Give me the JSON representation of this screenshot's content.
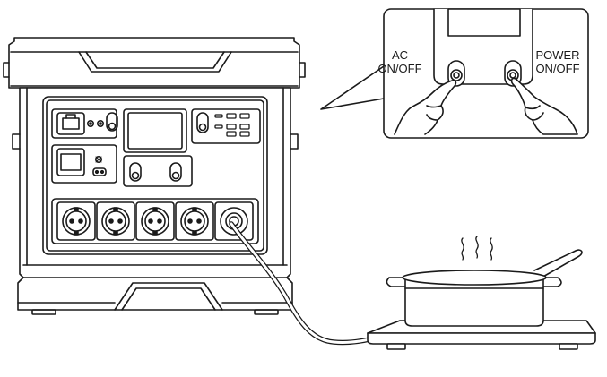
{
  "callout": {
    "ac_label": [
      "AC",
      "ON/OFF"
    ],
    "power_label": [
      "POWER",
      "ON/OFF"
    ]
  },
  "colors": {
    "line": "#1a1a1a",
    "fill": "#ffffff",
    "grey": "#cfcfcf"
  },
  "icons": [
    "power-station",
    "ac-outlet-icon",
    "toggle-switch-icon",
    "usb-port-icon",
    "induction-cooker",
    "pot",
    "hand-pressing-icon",
    "steam-icon"
  ]
}
